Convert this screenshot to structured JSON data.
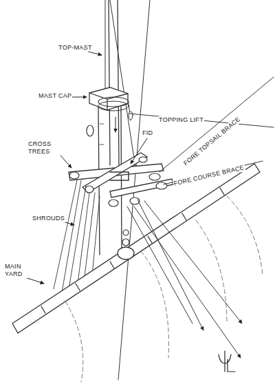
{
  "diagram": {
    "labels": [
      "TOP-MAST",
      "MAST CAP",
      "TOPPING LIFT",
      "FORE TOPSAIL BRACE",
      "CROSS TREES",
      "FID",
      "FORE COURSE BRACE",
      "SHROUDS",
      "MAIN YARD"
    ]
  }
}
